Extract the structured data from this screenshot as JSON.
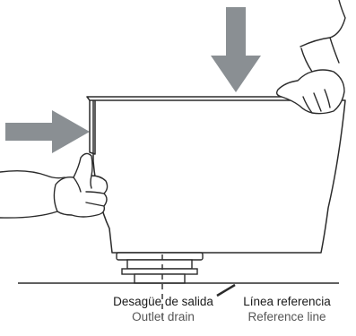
{
  "labels": {
    "outlet_drain": {
      "primary": "Desagüe de salida",
      "secondary": "Outlet drain"
    },
    "reference_line": {
      "primary": "Línea referencia",
      "secondary": "Reference line"
    }
  },
  "colors": {
    "line": "#2b2b2b",
    "arrow": "#8a8f93",
    "background": "#ffffff"
  },
  "icons": {
    "down_arrow": "press-down-arrow-icon",
    "right_arrow": "press-right-arrow-icon"
  }
}
